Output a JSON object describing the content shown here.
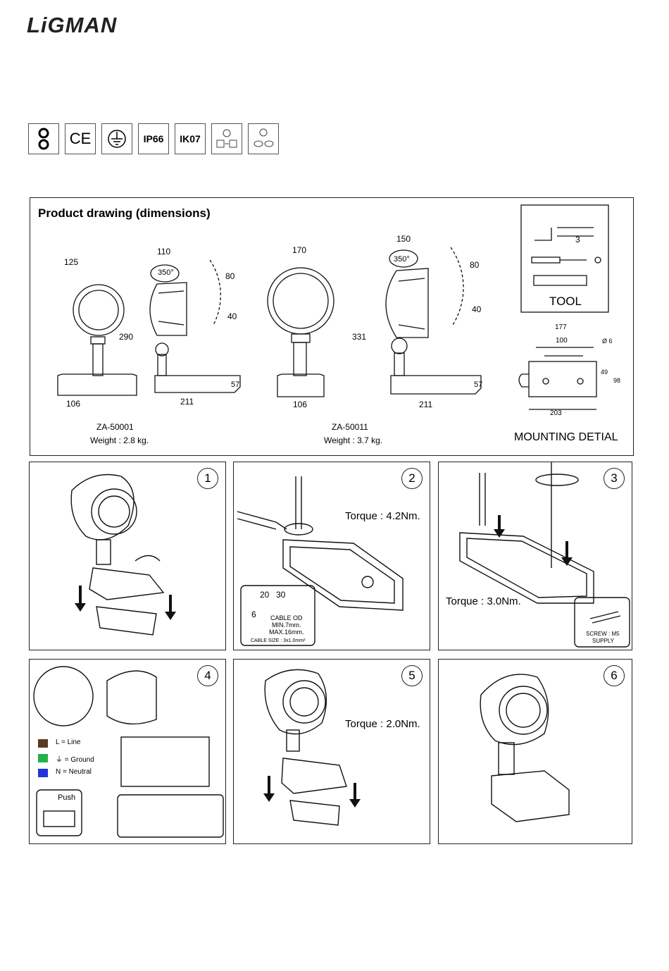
{
  "brand": {
    "logo_text": "LiGMAN"
  },
  "certifications": [
    {
      "name": "class-ii-icon",
      "label": ""
    },
    {
      "name": "ce-mark-icon",
      "label": "CE"
    },
    {
      "name": "earth-ground-icon",
      "label": ""
    },
    {
      "name": "ip-rating",
      "label": "IP66"
    },
    {
      "name": "ik-rating",
      "label": "IK07"
    },
    {
      "name": "lamp-replace-icon-1",
      "label": ""
    },
    {
      "name": "lamp-replace-icon-2",
      "label": ""
    }
  ],
  "drawing": {
    "title": "Product drawing (dimensions)",
    "small": {
      "model": "ZA-50001",
      "weight": "Weight : 2.8 kg.",
      "dims": {
        "head_w": "125",
        "depth": "110",
        "height": "290",
        "base_w": "106",
        "base_l": "211",
        "base_h": "57",
        "rotation": "350°",
        "tilt_up": "80",
        "tilt_down": "40"
      }
    },
    "large": {
      "model": "ZA-50011",
      "weight": "Weight : 3.7 kg.",
      "dims": {
        "head_w": "170",
        "depth": "150",
        "height": "331",
        "base_w": "106",
        "base_l": "211",
        "base_h": "57",
        "rotation": "350°",
        "tilt_up": "80",
        "tilt_down": "40"
      }
    },
    "tool": {
      "label": "TOOL",
      "hex": "3"
    },
    "mounting": {
      "label": "MOUNTING DETIAL",
      "w_outer": "177",
      "w_inner": "100",
      "length": "203",
      "h_inner": "49",
      "h_outer": "98",
      "hole": "Ø 6"
    }
  },
  "steps": [
    {
      "num": "1"
    },
    {
      "num": "2",
      "torque": "Torque : 4.2Nm.",
      "cable": {
        "strip1": "20",
        "strip2": "30",
        "strip3": "6",
        "od_label": "CABLE OD",
        "od_min": "MIN.7mm.",
        "od_max": "MAX.16mm.",
        "size": "CABLE SIZE : 3x1.0mm²"
      }
    },
    {
      "num": "3",
      "torque": "Torque : 3.0Nm.",
      "screw": {
        "line1": "SCREW : M5",
        "line2": "SUPPLY"
      }
    },
    {
      "num": "4",
      "legend": [
        {
          "text": "L  = Line",
          "color": "#5a3a22"
        },
        {
          "text": "= Ground",
          "color": "#22b14c"
        },
        {
          "text": "N  = Neutral",
          "color": "#2233dd"
        }
      ],
      "push": "Push"
    },
    {
      "num": "5",
      "torque": "Torque : 2.0Nm."
    },
    {
      "num": "6"
    }
  ]
}
